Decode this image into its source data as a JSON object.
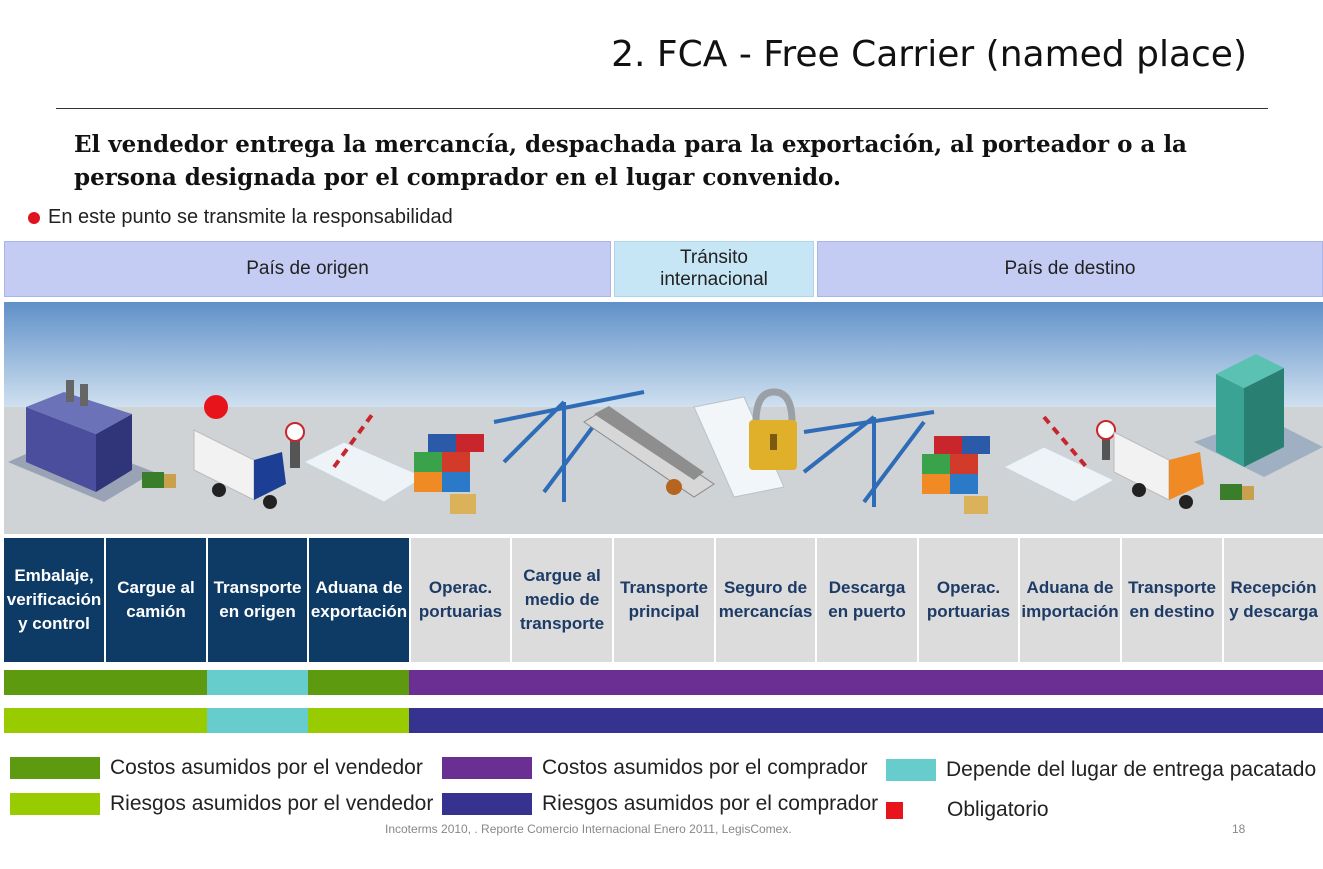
{
  "slide": {
    "title": "2. FCA - Free Carrier (named place)",
    "subtitle": "El vendedor entrega la mercancía, despachada para la exportación, al porteador o a la persona designada por el comprador en el lugar convenido.",
    "responsibility_note": "En este punto se transmite la responsabilidad",
    "footer": "Incoterms 2010, . Reporte Comercio Internacional Enero 2011, LegisComex.",
    "page_number": "18"
  },
  "zones": {
    "origin": "País de origen",
    "transit": "Tránsito internacional",
    "destination": "País de destino"
  },
  "steps": [
    {
      "label": "Embalaje, verificación y control",
      "owner": "seller"
    },
    {
      "label": "Cargue al camión",
      "owner": "seller"
    },
    {
      "label": "Transporte en origen",
      "owner": "seller"
    },
    {
      "label": "Aduana de exportación",
      "owner": "seller"
    },
    {
      "label": "Operac. portuarias",
      "owner": "buyer"
    },
    {
      "label": "Cargue al medio de transporte",
      "owner": "buyer"
    },
    {
      "label": "Transporte principal",
      "owner": "buyer"
    },
    {
      "label": "Seguro de mercancías",
      "owner": "buyer"
    },
    {
      "label": "Descarga en puerto",
      "owner": "buyer"
    },
    {
      "label": "Operac. portuarias",
      "owner": "buyer"
    },
    {
      "label": "Aduana de importación",
      "owner": "buyer"
    },
    {
      "label": "Transporte en destino",
      "owner": "buyer"
    },
    {
      "label": "Recepción y descarga",
      "owner": "buyer"
    }
  ],
  "cost_bar": [
    "seller",
    "seller",
    "depends",
    "seller",
    "buyer",
    "buyer",
    "buyer",
    "buyer",
    "buyer",
    "buyer",
    "buyer",
    "buyer",
    "buyer"
  ],
  "risk_bar": [
    "seller",
    "seller",
    "depends",
    "seller",
    "buyer",
    "buyer",
    "buyer",
    "buyer",
    "buyer",
    "buyer",
    "buyer",
    "buyer",
    "buyer"
  ],
  "legend": {
    "seller_costs": "Costos asumidos por el vendedor",
    "seller_risks": "Riesgos asumidos por el vendedor",
    "buyer_costs": "Costos asumidos por el comprador",
    "buyer_risks": "Riesgos asumidos por el comprador",
    "depends": "Depende del lugar de entrega pacatado",
    "mandatory": "Obligatorio"
  },
  "colors": {
    "seller_cost": "#5e9a10",
    "seller_risk": "#99cc00",
    "buyer_cost": "#6b2e93",
    "buyer_risk": "#35338f",
    "depends": "#66cccc",
    "mandatory": "#e8141c",
    "seller_step": "#0e3a66",
    "buyer_step": "#dcdcdc"
  },
  "icons": [
    "factory-icon",
    "truck-icon",
    "barrier-gate-icon",
    "containers-icon",
    "port-crane-icon",
    "cargo-ship-icon",
    "padlock-icon",
    "port-crane-icon",
    "containers-icon",
    "barrier-gate-icon",
    "truck-icon",
    "office-building-icon",
    "forklift-icon"
  ]
}
